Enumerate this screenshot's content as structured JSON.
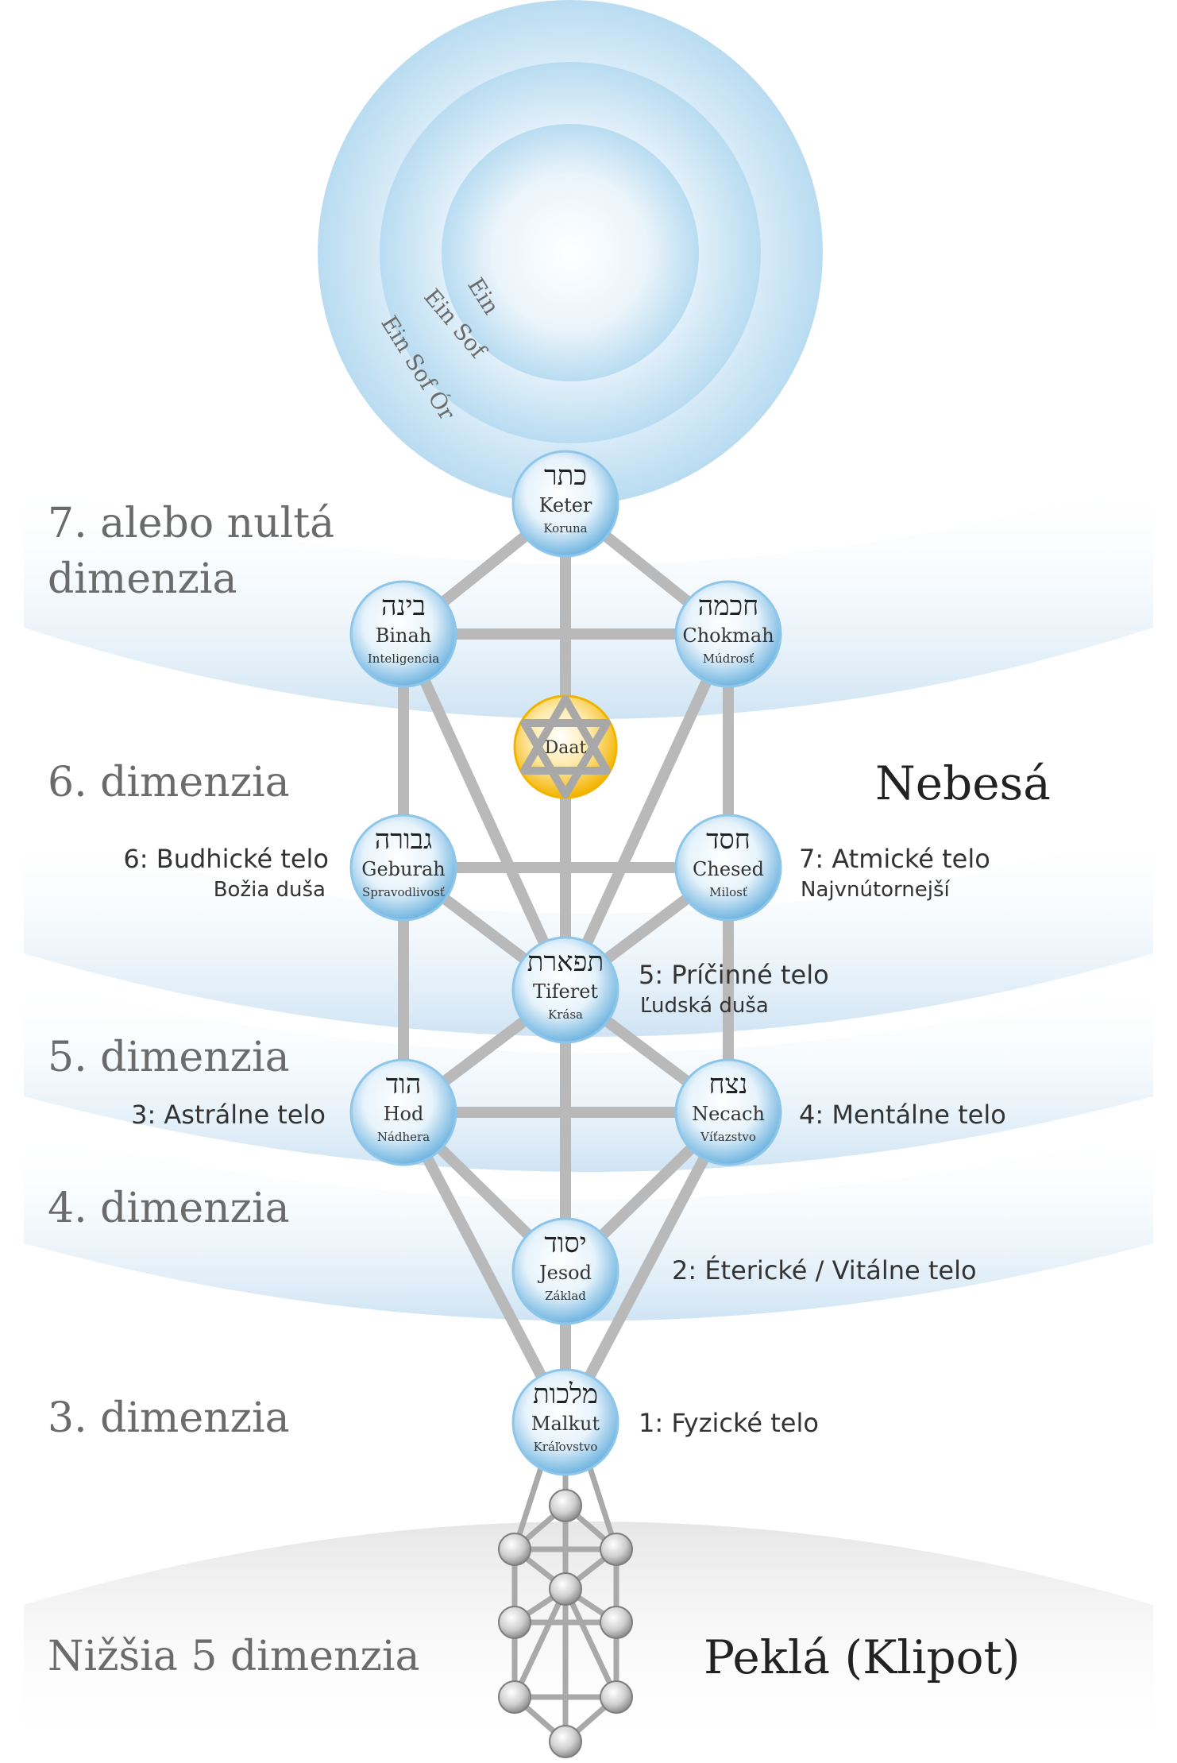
{
  "ein_labels": [
    "Ein",
    "Ein Sof",
    "Ein Sof Ór"
  ],
  "dimensions": {
    "d7_line1": "7. alebo nultá",
    "d7_line2": "dimenzia",
    "d6": "6. dimenzia",
    "d5": "5. dimenzia",
    "d4": "4. dimenzia",
    "d3": "3. dimenzia",
    "lower": "Nižšia 5 dimenzia"
  },
  "realms": {
    "heaven": "Nebesá",
    "hell": "Peklá (Klipot)"
  },
  "sefirot": {
    "keter": {
      "hebrew": "כתר",
      "name": "Keter",
      "meaning": "Koruna"
    },
    "binah": {
      "hebrew": "בינה",
      "name": "Binah",
      "meaning": "Inteligencia"
    },
    "chokmah": {
      "hebrew": "חכמה",
      "name": "Chokmah",
      "meaning": "Múdrosť"
    },
    "daat": {
      "name": "Daat"
    },
    "geburah": {
      "hebrew": "גבורה",
      "name": "Geburah",
      "meaning": "Spravodlivosť"
    },
    "chesed": {
      "hebrew": "חסד",
      "name": "Chesed",
      "meaning": "Milosť"
    },
    "tiferet": {
      "hebrew": "תפארת",
      "name": "Tiferet",
      "meaning": "Krása"
    },
    "hod": {
      "hebrew": "הוד",
      "name": "Hod",
      "meaning": "Nádhera"
    },
    "necach": {
      "hebrew": "נצח",
      "name": "Necach",
      "meaning": "Víťazstvo"
    },
    "jesod": {
      "hebrew": "יסוד",
      "name": "Jesod",
      "meaning": "Základ"
    },
    "malkut": {
      "hebrew": "מלכות",
      "name": "Malkut",
      "meaning": "Kráľovstvo"
    }
  },
  "bodies": {
    "budhic": {
      "title": "6: Budhické telo",
      "subtitle": "Božia duša"
    },
    "atmic": {
      "title": "7: Atmické telo",
      "subtitle": "Najvnútornejší"
    },
    "causal": {
      "title": "5: Príčinné telo",
      "subtitle": "Ľudská duša"
    },
    "astral": {
      "title": "3: Astrálne telo"
    },
    "mental": {
      "title": "4: Mentálne telo"
    },
    "etheric": {
      "title": "2: Éterické / Vitálne telo"
    },
    "physical": {
      "title": "1: Fyzické telo"
    }
  },
  "colors": {
    "node_blue": "#6fb4e0",
    "band_blue": "#cfe4f4",
    "path_gray": "#b9b9b9",
    "daat_gold": "#f3b400",
    "text_gray": "#6b6b6b",
    "text_dark": "#222222"
  }
}
